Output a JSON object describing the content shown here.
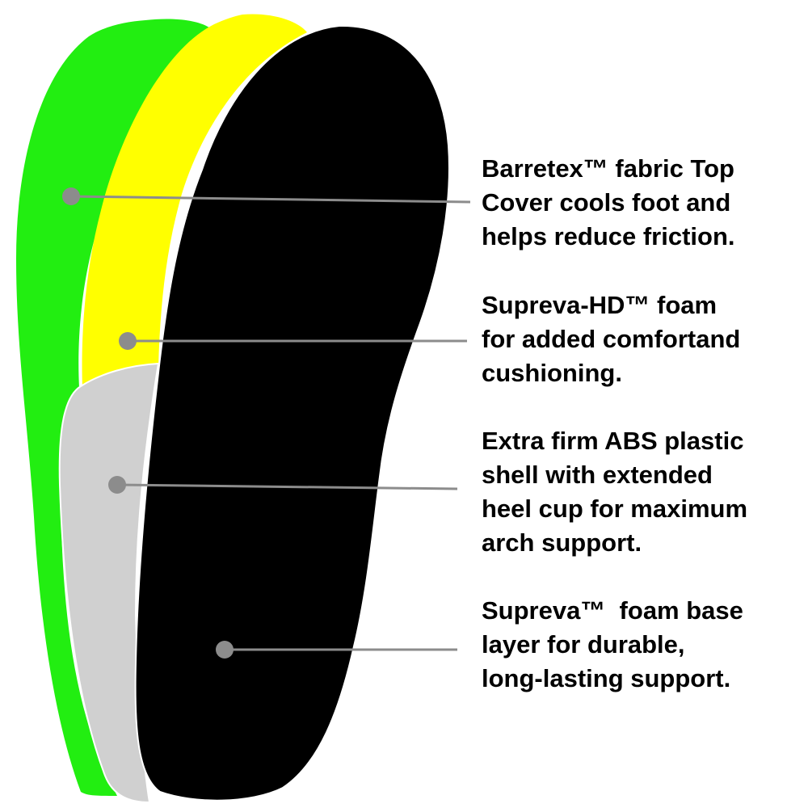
{
  "colors": {
    "top_cover": "#22ee11",
    "mid_foam": "#ffff00",
    "shell": "#d0d0d0",
    "base_foam": "#000000",
    "leader_line": "#8c8c8c",
    "leader_dot": "#8c8c8c",
    "text": "#000000"
  },
  "callouts": [
    {
      "id": "top-cover",
      "layer_icon": "green-layer",
      "lines": [
        "Barretex™ fabric Top",
        "Cover cools foot and",
        "helps reduce friction."
      ]
    },
    {
      "id": "mid-foam",
      "layer_icon": "yellow-layer",
      "lines": [
        "Supreva-HD™ foam",
        "for added comfortand",
        "cushioning."
      ]
    },
    {
      "id": "shell",
      "layer_icon": "gray-layer",
      "lines": [
        "Extra firm ABS plastic",
        "shell with extended",
        "heel cup for maximum",
        "arch support."
      ]
    },
    {
      "id": "base-foam",
      "layer_icon": "black-layer",
      "lines": [
        "Supreva™  foam base",
        "layer for durable,",
        "long-lasting support."
      ]
    }
  ]
}
